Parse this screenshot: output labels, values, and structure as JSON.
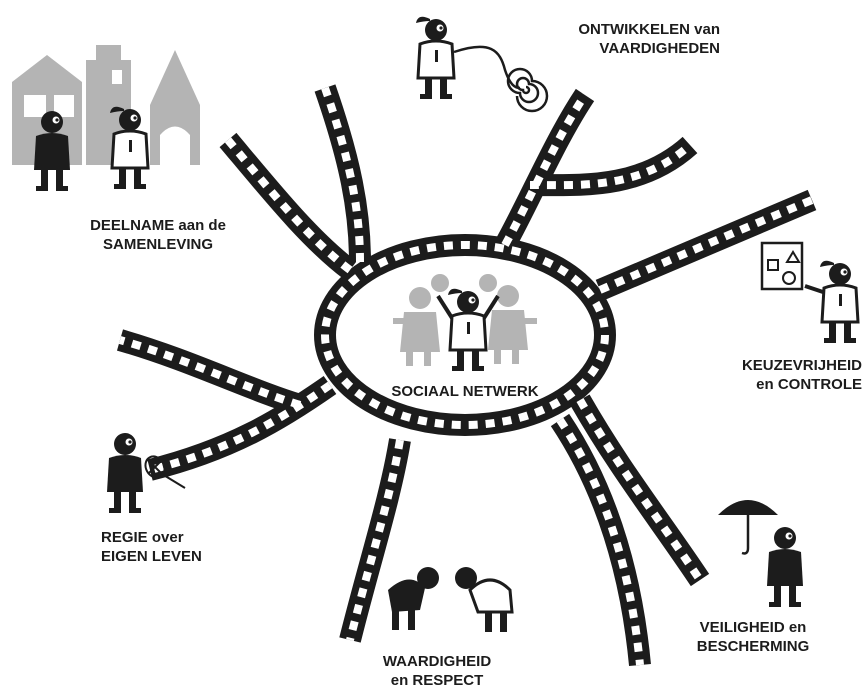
{
  "center": {
    "line1": "SOCIAAL NETWERK"
  },
  "topics": {
    "deelname": {
      "line1": "DEELNAME aan de",
      "line2": "SAMENLEVING"
    },
    "ontwikkelen": {
      "line1": "ONTWIKKELEN van",
      "line2": "VAARDIGHEDEN"
    },
    "keuzevrijheid": {
      "line1": "KEUZEVRIJHEID",
      "line2": "en CONTROLE"
    },
    "regie": {
      "line1": "REGIE over",
      "line2": "EIGEN LEVEN"
    },
    "waardigheid": {
      "line1": "WAARDIGHEID",
      "line2": "en RESPECT"
    },
    "veiligheid": {
      "line1": "VEILIGHEID en",
      "line2": "BESCHERMING"
    }
  },
  "colors": {
    "ink": "#1c1c1c",
    "gray": "#b4b4b4",
    "paper": "#ffffff"
  }
}
